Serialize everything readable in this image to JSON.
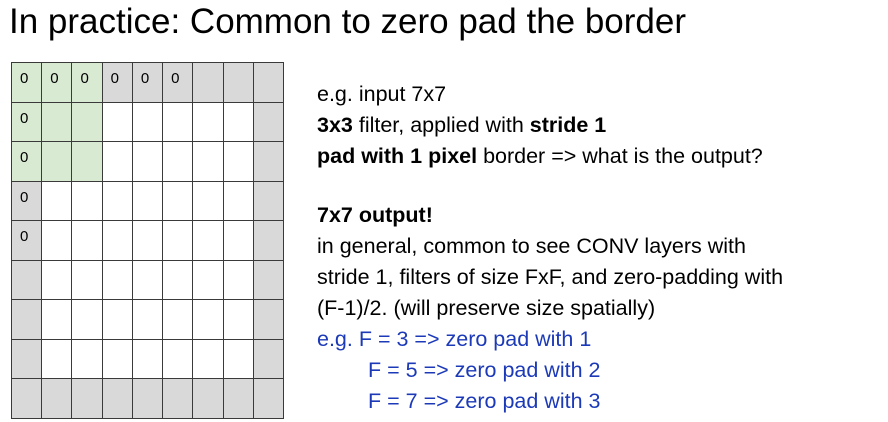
{
  "slide": {
    "title": "In practice: Common to zero pad the border"
  },
  "grid": {
    "rows": 9,
    "cols": 9,
    "top_row_zeros": [
      "0",
      "0",
      "0",
      "0",
      "0",
      "0"
    ],
    "left_col_zeros": [
      "0",
      "0",
      "0",
      "0"
    ],
    "colors": {
      "padding": "#d9d9d9",
      "filter": "#d9ead3",
      "inner": "#ffffff",
      "border": "#3a3a3a"
    }
  },
  "text": {
    "line1": "e.g. input 7x7",
    "line2_bold": "3x3",
    "line2_rest": " filter, applied with ",
    "line2_bold2": "stride 1",
    "line3_bold": "pad with 1 pixel",
    "line3_rest": " border => what is the output?",
    "line4_bold": "7x7 output!",
    "line5": "in general, common to see CONV layers with",
    "line6": "stride 1, filters of size FxF, and zero-padding with",
    "line7": "(F-1)/2. (will preserve size spatially)",
    "line8": "e.g. F = 3 => zero pad with 1",
    "line9": "F = 5 => zero pad with 2",
    "line10": "F = 7 => zero pad with 3",
    "blue_color": "#1c3ab8"
  }
}
